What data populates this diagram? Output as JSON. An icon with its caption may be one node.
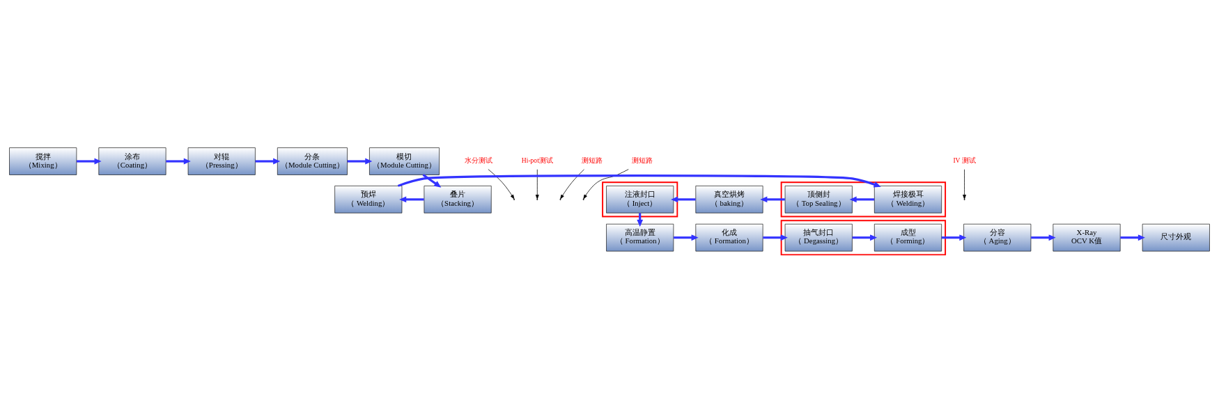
{
  "diagram": {
    "nodes": [
      {
        "text": [
          "搅拌",
          "（Mixing）"
        ]
      },
      {
        "text": [
          "涂布",
          "（Coating）"
        ]
      },
      {
        "text": [
          "对辊",
          "（Pressing）"
        ]
      },
      {
        "text": [
          "分条",
          "（Module Cutting）"
        ]
      },
      {
        "text": [
          "模切",
          "（Module Cutting）"
        ]
      },
      {
        "text": [
          "叠片",
          "（Stacking）"
        ]
      },
      {
        "text": [
          "预焊",
          "（ Welding）"
        ]
      },
      {
        "text": [],
        "shape": "box"
      },
      {
        "text": [
          "焊接极耳",
          "（ Welding）"
        ],
        "in": 7
      },
      {
        "text": [
          "顶侧封",
          "（ Top Sealing）"
        ],
        "in": 7
      },
      {
        "text": [
          "真空烘烤",
          "（ baking）"
        ]
      },
      {
        "text": [],
        "shape": "box"
      },
      {
        "text": [
          "注液封口",
          "（ Inject）"
        ],
        "in": 11
      },
      {
        "text": [
          "高温静置",
          "（ Formation）"
        ]
      },
      {
        "text": [
          "化成",
          "（ Formation）"
        ]
      },
      {
        "text": [],
        "shape": "box"
      },
      {
        "text": [
          "抽气封口",
          "（ Degassing）"
        ],
        "in": 15
      },
      {
        "text": [
          "成型",
          "（ Forming）"
        ],
        "in": 15
      },
      {
        "text": [
          "分容",
          "（ Aging）"
        ]
      },
      {
        "text": [
          "X-Ray",
          "OCV K值"
        ]
      },
      {
        "text": [
          "尺寸外观"
        ]
      },
      {
        "text": [
          "水分测试"
        ]
      },
      {
        "text": [
          "Hi-pot测试"
        ]
      },
      {
        "text": [
          "测短路"
        ]
      },
      {
        "text": [
          "测短路"
        ]
      },
      {
        "text": [
          "IV 测试"
        ]
      }
    ],
    "edges": [
      {
        "from": 0,
        "to": 1,
        "arrow": "to"
      },
      {
        "from": 1,
        "to": 2,
        "arrow": "to"
      },
      {
        "from": 2,
        "to": 3,
        "arrow": "to"
      },
      {
        "from": 3,
        "to": 4,
        "arrow": "to"
      },
      {
        "from": 4,
        "to": 5,
        "arrow": "to"
      },
      {
        "from": 5,
        "to": 6,
        "arrow": "to"
      },
      {
        "from": 6,
        "to": 8,
        "arrow": "to"
      },
      {
        "from": 8,
        "to": 9,
        "arrow": "to"
      },
      {
        "from": 9,
        "to": 10,
        "arrow": "to"
      },
      {
        "from": 10,
        "to": 12,
        "arrow": "to"
      },
      {
        "from": 12,
        "to": 13,
        "arrow": "to"
      },
      {
        "from": 13,
        "to": 14,
        "arrow": "to"
      },
      {
        "from": 14,
        "to": 16,
        "arrow": "to"
      },
      {
        "from": 16,
        "to": 17,
        "arrow": "to"
      },
      {
        "from": 17,
        "to": 18,
        "arrow": "to"
      },
      {
        "from": 18,
        "to": 19,
        "arrow": "to"
      },
      {
        "from": 19,
        "to": 20,
        "arrow": "to"
      },
      {
        "from": 21,
        "to": null,
        "arrow": "to",
        "color": "#000000"
      },
      {
        "from": 22,
        "to": null,
        "arrow": "to",
        "color": "#000000"
      },
      {
        "from": 23,
        "to": null,
        "arrow": "to",
        "color": "#000000"
      },
      {
        "from": 24,
        "to": null,
        "arrow": "to",
        "color": "#000000"
      },
      {
        "from": 25,
        "to": null,
        "arrow": "to",
        "color": "#000000"
      }
    ]
  }
}
